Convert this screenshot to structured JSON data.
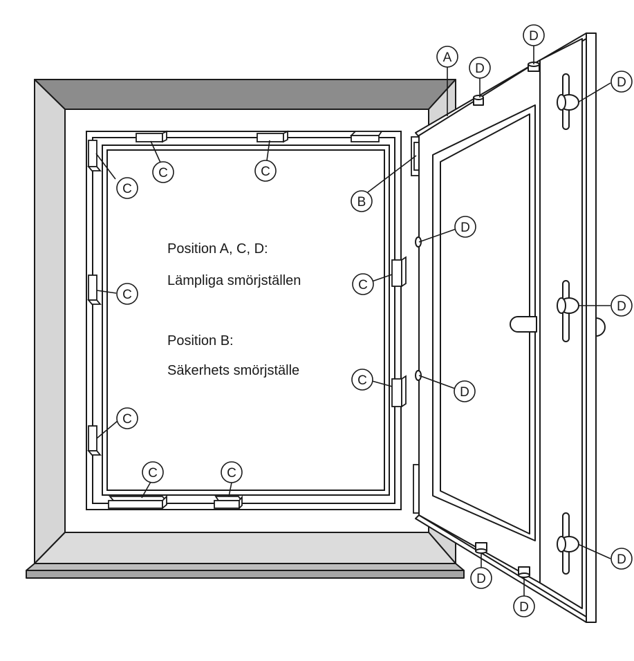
{
  "labels": {
    "a": "A",
    "b": "B",
    "c": "C",
    "d": "D"
  },
  "text": {
    "line1": "Position A, C, D:",
    "line2": "Lämpliga smörjställen",
    "line3": "Position B:",
    "line4": "Säkerhets smörjställe"
  },
  "colors": {
    "stroke": "#1a1a1a",
    "head": "#8c8c8c",
    "reveal": "#d6d6d6",
    "sill": "#a6a6a6",
    "background": "#ffffff"
  }
}
